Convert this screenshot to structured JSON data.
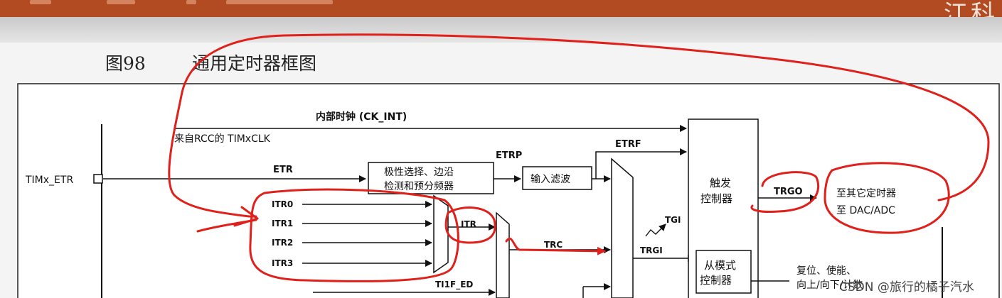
{
  "header": {
    "logo_text": "江科"
  },
  "caption": {
    "number": "图98",
    "title": "通用定时器框图"
  },
  "diagram": {
    "timx_etr": "TIMx_ETR",
    "rcc_clk": "来自RCC的 TIMxCLK",
    "ck_int": "内部时钟 (CK_INT)",
    "etr": "ETR",
    "etrp": "ETRP",
    "etrf": "ETRF",
    "polarity_box_line1": "极性选择、边沿",
    "polarity_box_line2": "检测和预分频器",
    "filter_box": "输入滤波",
    "itr0": "ITR0",
    "itr1": "ITR1",
    "itr2": "ITR2",
    "itr3": "ITR3",
    "itr": "ITR",
    "trc": "TRC",
    "tgi": "TGI",
    "trgi": "TRGI",
    "ti1f_ed": "TI1F_ED",
    "trigger_ctrl_line1": "触发",
    "trigger_ctrl_line2": "控制器",
    "slave_ctrl_line1": "从模式",
    "slave_ctrl_line2": "控制器",
    "trgo": "TRGO",
    "to_other_line1": "至其它定时器",
    "to_other_line2": "至 DAC/ADC",
    "reset_line1": "复位、使能、",
    "reset_line2": "向上/向下/计数"
  },
  "watermark": "CSDN @旅行的橘子汽水",
  "colors": {
    "annotation": "#e0201a",
    "topbar": "#b24a22"
  }
}
